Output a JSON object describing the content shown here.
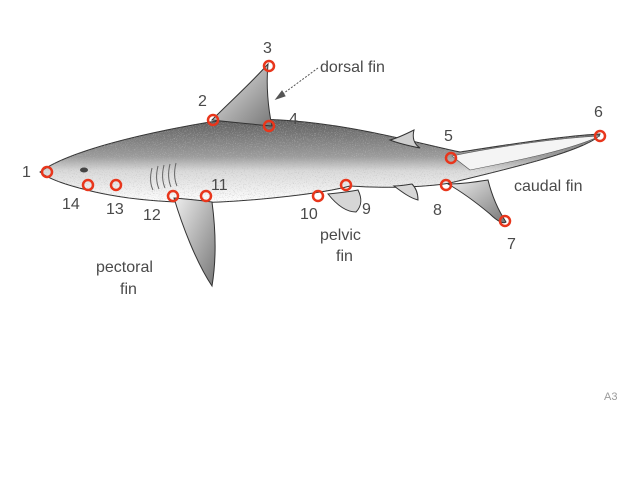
{
  "landmarks": [
    {
      "id": 1,
      "label": "1"
    },
    {
      "id": 2,
      "label": "2"
    },
    {
      "id": 3,
      "label": "3"
    },
    {
      "id": 4,
      "label": "4"
    },
    {
      "id": 5,
      "label": "5"
    },
    {
      "id": 6,
      "label": "6"
    },
    {
      "id": 7,
      "label": "7"
    },
    {
      "id": 8,
      "label": "8"
    },
    {
      "id": 9,
      "label": "9"
    },
    {
      "id": 10,
      "label": "10"
    },
    {
      "id": 11,
      "label": "11"
    },
    {
      "id": 12,
      "label": "12"
    },
    {
      "id": 13,
      "label": "13"
    },
    {
      "id": 14,
      "label": "14"
    }
  ],
  "regions": {
    "dorsal_fin": "dorsal fin",
    "caudal_fin": "caudal fin",
    "pelvic_fin_line1": "pelvic",
    "pelvic_fin_line2": "fin",
    "pectoral_fin_line1": "pectoral",
    "pectoral_fin_line2": "fin"
  },
  "corner_mark": "A3",
  "colors": {
    "marker": "#e8361c",
    "label": "#4a4a4a",
    "outline": "#333333",
    "shade": "#8a8a8a"
  }
}
